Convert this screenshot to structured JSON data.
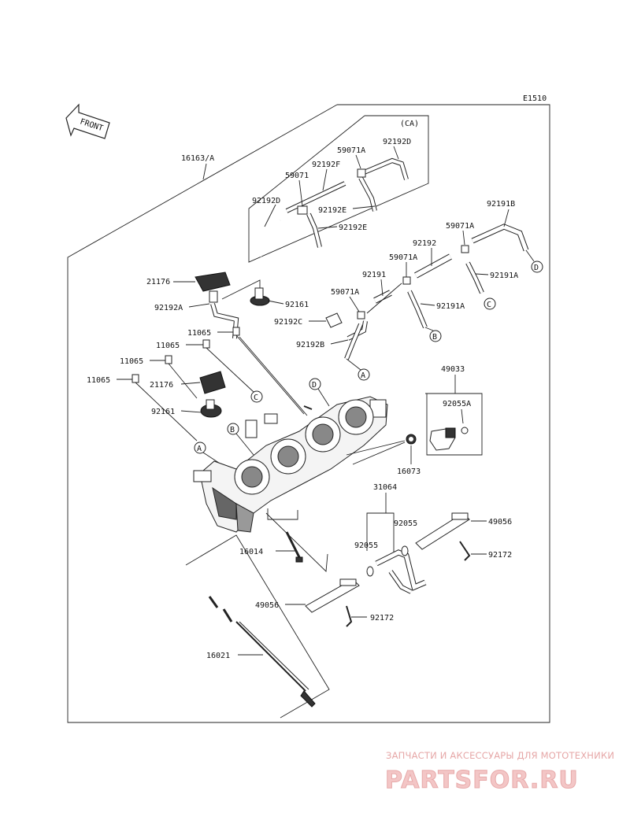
{
  "diagram": {
    "code": "E1510",
    "variant": "(CA)",
    "front_label": "FRONT",
    "assembly_label": "16163/A",
    "labels": {
      "l49033": "49033",
      "l92055A": "92055A",
      "l16073": "16073",
      "l31064": "31064",
      "l92055_l": "92055",
      "l92055_r": "92055",
      "l49056_r": "49056",
      "l92172_r": "92172",
      "l49056_l": "49056",
      "l92172_l": "92172",
      "l16014": "16014",
      "l16021": "16021",
      "l21176_t": "21176",
      "l92192A": "92192A",
      "l92161_t": "92161",
      "l92192C": "92192C",
      "l92192B": "92192B",
      "l11065_a": "11065",
      "l11065_b": "11065",
      "l11065_c": "11065",
      "l11065_d": "11065",
      "l21176_b": "21176",
      "l92161_b": "92161",
      "l92191B": "92191B",
      "l59071A_1": "59071A",
      "l92192": "92192",
      "l59071A_2": "59071A",
      "l92191A_1": "92191A",
      "l92191": "92191",
      "l59071A_3": "59071A",
      "l92191A_2": "92191A",
      "l92192D_ca": "92192D",
      "l59071A_ca": "59071A",
      "l92192F": "92192F",
      "l59071_ca": "59071",
      "l92192D_l": "92192D",
      "l92192E_1": "92192E",
      "l92192E_2": "92192E"
    },
    "callouts": {
      "A": "A",
      "B": "B",
      "C": "C",
      "D": "D"
    }
  },
  "watermark": {
    "line1": "ЗАПЧАСТИ И АКСЕССУАРЫ ДЛЯ МОТОТЕХНИКИ",
    "line2": "PARTSFOR.RU"
  }
}
